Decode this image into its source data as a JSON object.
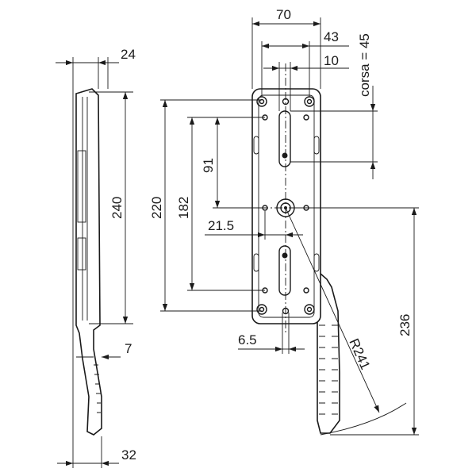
{
  "dimensions": {
    "width_top": "70",
    "width_43": "43",
    "width_10": "10",
    "stroke_label": "corsa = 45",
    "side_24": "24",
    "side_240": "240",
    "height_220": "220",
    "height_182": "182",
    "height_91": "91",
    "offset_21_5": "21.5",
    "hole_6_5": "6.5",
    "side_7": "7",
    "side_32": "32",
    "radius_label": "R241",
    "height_236": "236"
  },
  "colors": {
    "line": "#1a1a1a",
    "background": "#ffffff"
  }
}
